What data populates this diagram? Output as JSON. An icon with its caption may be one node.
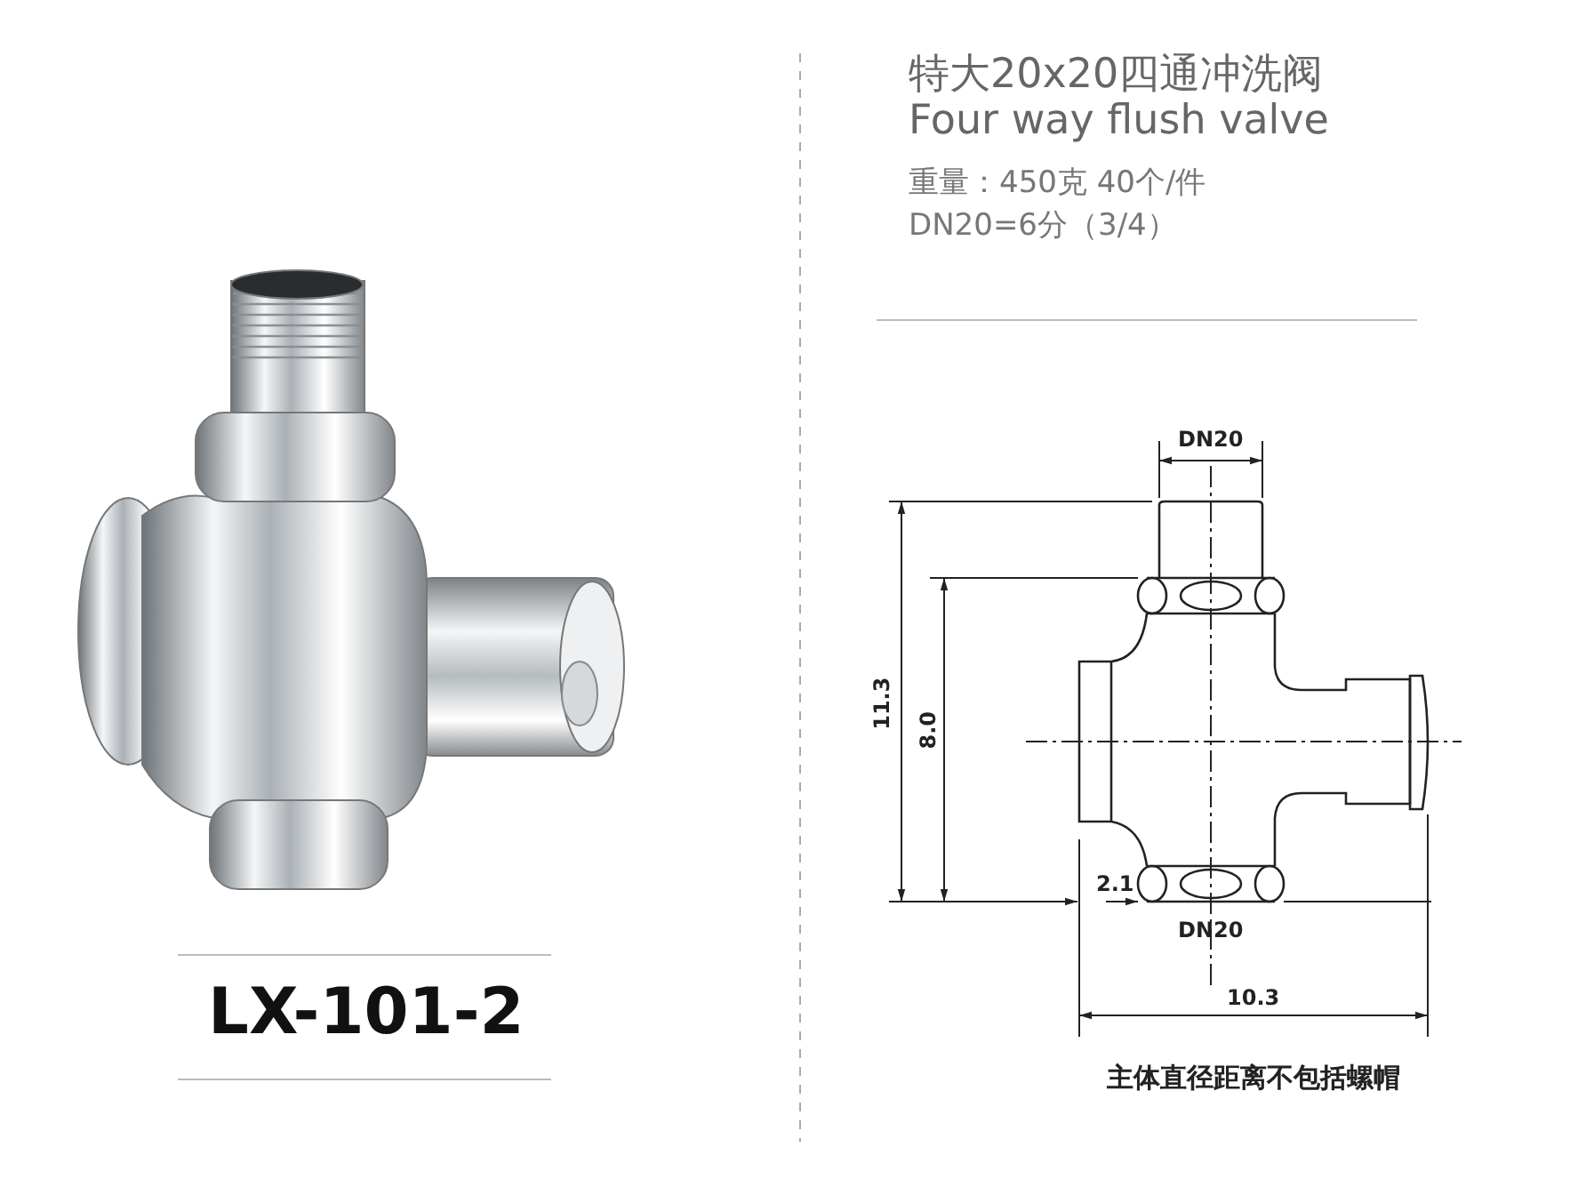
{
  "diagram": {
    "title": "特大20x20四通冲洗阀",
    "labels": [
      "Four way flush valve",
      "重量：450克  40个/件",
      "DN20=6分（3/4）",
      "LX-101-2",
      "DN20",
      "11.3",
      "8.0",
      "2.1",
      "DN20",
      "10.3",
      "主体直径距离不包括螺帽"
    ]
  }
}
